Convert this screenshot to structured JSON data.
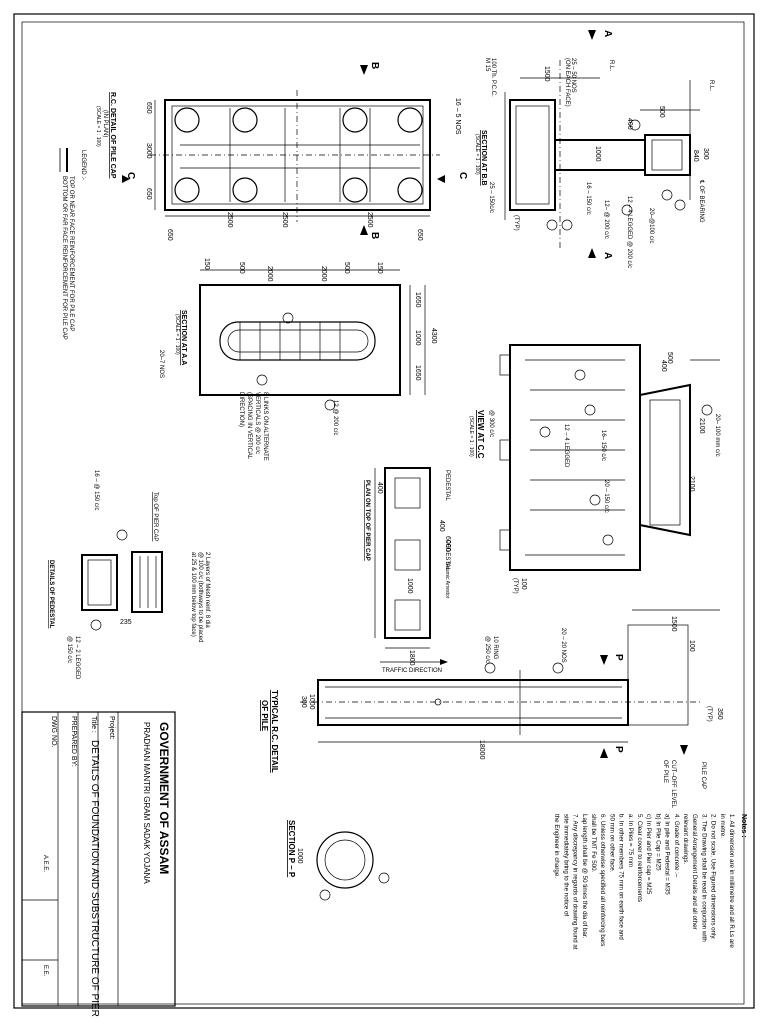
{
  "title_block": {
    "authority": "GOVERNMENT OF ASSAM",
    "scheme": "PRADHAN MANTRI GRAM SADAK YOJANA",
    "project_label": "Project:",
    "title_label": "Title :",
    "title_value": "DETAILS OF FOUNDATION AND SUBSTRUCTURE OF PIER",
    "prepared_label": "PREPARED BY:",
    "dwg_label": "DWG NO.",
    "sign_1": "A.E.E.",
    "sign_2": "E.E."
  },
  "plan": {
    "title": "R.C. DETAIL OF PILE CAP",
    "subtitle": "(IN PLAN)",
    "scale": "(SCALE = 1 : 100)",
    "dims_h": [
      "650",
      "2500",
      "2500",
      "2500",
      "650"
    ],
    "dims_v": [
      "650",
      "3000",
      "650"
    ],
    "bars_note": "16 – 5 NOS",
    "sec_b": "B",
    "sec_c": "C"
  },
  "legend": {
    "title": "LEGEND :-",
    "top": "TOP OR NEAR FACE REINFORCEMENT FOR PILE CAP",
    "bottom": "BOTTOM OR FAR FACE REINFORCEMENT FOR PILE CAP"
  },
  "section_bb": {
    "title": "SECTION AT B.B",
    "scale": "(SCALE = 1 : 100)",
    "pcc": "100 Th. P.C.C.",
    "pcc_mix": "M 15",
    "bar1": "25 – 50 NOS",
    "bar1b": "(ON EACH FACE)",
    "bar2": "25 – 150c/c",
    "bar3": "16 – 150 c/c",
    "bar4": "12 – 4 LEGGED @ 200 c/c",
    "bar5": "12– @ 200 c/c",
    "bar6": "20–@100 c/c",
    "bearing": "℄ OF BEARING",
    "rl": "R.L.",
    "d1500": "1500",
    "d500": "500",
    "d400": "400",
    "d1000": "1000",
    "d300": "300",
    "d840": "840",
    "typ": "(TYP)",
    "sec_a": "A"
  },
  "section_aa": {
    "title": "SECTION AT A.A",
    "scale": "(SCALE = 1 : 100)",
    "dims_h": [
      "150",
      "500",
      "2000",
      "2000",
      "500",
      "150"
    ],
    "dims_v": [
      "1650",
      "1000",
      "1650"
    ],
    "overall": "4300",
    "bar1": "20–7 NOS",
    "bar2": "12 @ 200 c/c",
    "bar3": "8 LINKS ON ALTERNATE",
    "bar3b": "VERTICALS @ 200 c/c",
    "bar3c": "(SPACING IN VERTICAL",
    "bar3d": "DIRECTION)"
  },
  "view_cc": {
    "title": "VIEW AT C.C",
    "scale": "(SCALE = 1 : 100)",
    "bar1": "12 – 4 LEGGED",
    "bar1b": "@ 300 c/c",
    "bar2": "16– 150 c/c",
    "bar3": "20 – 150 c/c",
    "bar4": "20– 100 mm c/c",
    "d500": "500",
    "d400": "400",
    "d2100a": "2100",
    "d2100b": "2100",
    "d100": "100",
    "typ": "(TYP)"
  },
  "pier_cap_plan": {
    "title": "PLAN ON TOP OF PIER CAP",
    "pedestal": "PEDESTAL",
    "seismic": "Seismic Arrestor",
    "d400a": "400",
    "d400b": "400",
    "d6000": "6000",
    "d1000": "1000",
    "d1800": "1800",
    "traffic": "TRAFFIC DIRECTION"
  },
  "pedestal": {
    "title": "DETAILS OF PEDESTAL",
    "top": "Top OF PIER CAP",
    "mesh": "2 Layers of Mesh reinf. 8 dia",
    "mesh2": "@ 100 c/c (bothways to be placed",
    "mesh3": "at 25 & 100 mm below top face)",
    "bar1": "16 – @ 150 c/c",
    "bar2": "12 – 2 LEGGED",
    "bar2b": "@ 150 c/c",
    "d235": "235"
  },
  "pile": {
    "title": "TYPICAL R.C. DETAIL",
    "title2": "OF PILE",
    "d18000": "18000",
    "d1000": "1000",
    "d300": "300",
    "d1500": "1500",
    "d100": "100",
    "d350": "350",
    "typ": "(TYP)",
    "bar1": "20 – 20 NOS",
    "bar2": "10 RING",
    "bar2b": "@ 250 c/c",
    "pilecap": "PILE CAP",
    "cutoff": "CUT–OFF LEVEL",
    "cutoff2": "OF PILE",
    "sec_p": "P",
    "section": "SECTION P – P",
    "d1000b": "1000"
  },
  "notes": {
    "title": "Notes :",
    "lines": [
      "1. All dimension are in millimetre and all R.Ls are",
      "    in metre.",
      "2. Do not scale. Use Figured dimensions only.",
      "3. The Drawing shall be read in conjuction with",
      "    General Arrangement Details and all other",
      "    relevant drawings.",
      "4. Grade of concrete :–",
      "    a) In pile and Pedestal = M35",
      "    b) In Pile Cap           = M25",
      "    c) In Pier and Pier cap = M25",
      "5. Clear cover to reinforcements",
      "    a. In Piles = 75 mm",
      "    b. In other members 75 mm on earth face and",
      "       50 mm on other face.",
      "6. Unless otherwise specified all reinforcing bars",
      "    shall be TMT Fe 500.",
      "    Lap length shall be @ 50 times the dia of bar.",
      "7. Any discrepancy in regards of drawing found at",
      "    site immediately bring to the notice of",
      "    the Engineer in charge."
    ]
  }
}
